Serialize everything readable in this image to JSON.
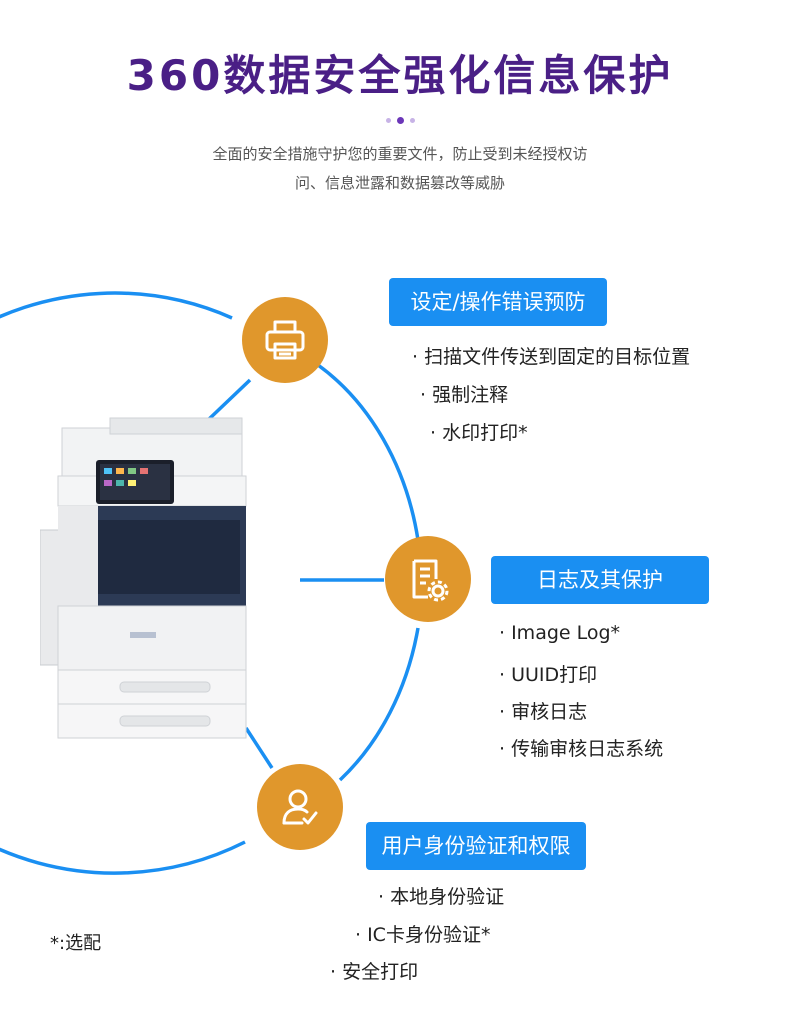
{
  "header": {
    "title": "360数据安全强化信息保护",
    "subtitle_line1": "全面的安全措施守护您的重要文件，防止受到未经授权访",
    "subtitle_line2": "问、信息泄露和数据篡改等威胁"
  },
  "colors": {
    "title": "#4a1f86",
    "accent_blue": "#1a8ff2",
    "icon_orange": "#e0972c"
  },
  "features": [
    {
      "label": "设定/操作错误预防",
      "icon": "printer-icon",
      "items": [
        "· 扫描文件传送到固定的目标位置",
        "· 强制注释",
        "· 水印打印*"
      ]
    },
    {
      "label": "日志及其保护",
      "icon": "document-gear-icon",
      "items": [
        "· Image Log*",
        "· UUID打印",
        "· 审核日志",
        "· 传输审核日志系统"
      ]
    },
    {
      "label": "用户身份验证和权限",
      "icon": "user-check-icon",
      "items": [
        "· 本地身份验证",
        "· IC卡身份验证*",
        "· 安全打印"
      ]
    }
  ],
  "footnote": "*:选配"
}
